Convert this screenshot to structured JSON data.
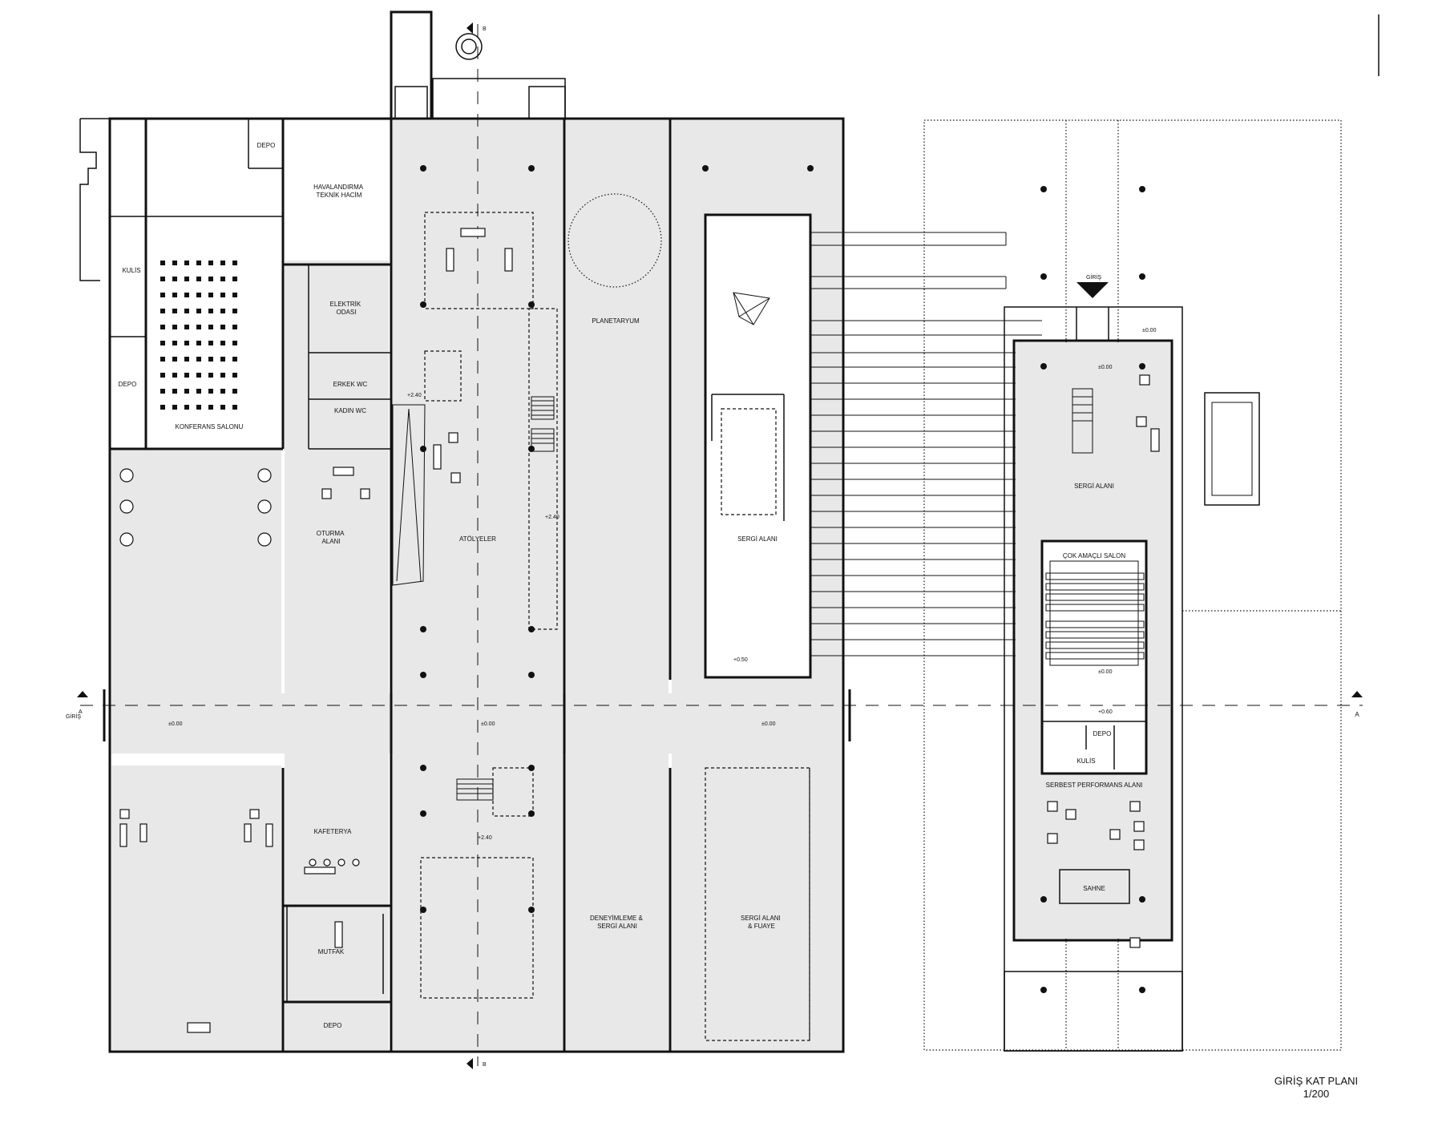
{
  "rooms": {
    "depo_1": "DEPO",
    "havalandirma": "HAVALANDIRMA\nTEKNİK HACİM",
    "kulis_left": "KULİS",
    "elektrik": "ELEKTRİK\nODASI",
    "erkek_wc": "ERKEK WC",
    "kadin_wc": "KADIN WC",
    "depo_2": "DEPO",
    "konferans": "KONFERANS SALONU",
    "oturma": "OTURMA\nALANI",
    "atolyeler": "ATÖLYELER",
    "planetaryum": "PLANETARYUM",
    "sergi_alani_1": "SERGİ ALANI",
    "kafeterya": "KAFETERYA",
    "mutfak": "MUTFAK",
    "depo_3": "DEPO",
    "deneyimleme": "DENEYİMLEME &\nSERGİ ALANI",
    "sergi_fuaye": "SERGİ ALANI\n& FUAYE",
    "sergi_alani_2": "SERGİ ALANI",
    "cok_amacli": "ÇOK AMAÇLI SALON",
    "depo_4": "DEPO",
    "kulis_right": "KULİS",
    "serbest": "SERBEST PERFORMANS ALANI",
    "sahne": "SAHNE"
  },
  "markers": {
    "giris_left": "GİRİŞ",
    "giris_top": "GİRİŞ",
    "section_a_left": "A",
    "section_a_right": "A",
    "section_b_top": "B",
    "section_b_bottom": "B"
  },
  "levels": {
    "l_240_a": "+2.40",
    "l_240_b": "+2.40",
    "l_240_c": "+2.40",
    "l_050": "+0.50",
    "l_000_a": "±0.00",
    "l_000_b": "±0.00",
    "l_000_c": "±0.00",
    "l_000_d": "±0.00",
    "l_000_e": "±0.00",
    "l_000_f": "±0.00",
    "l_060": "+0.60"
  },
  "title_block": {
    "title": "GİRİŞ KAT PLANI",
    "scale": "1/200"
  }
}
